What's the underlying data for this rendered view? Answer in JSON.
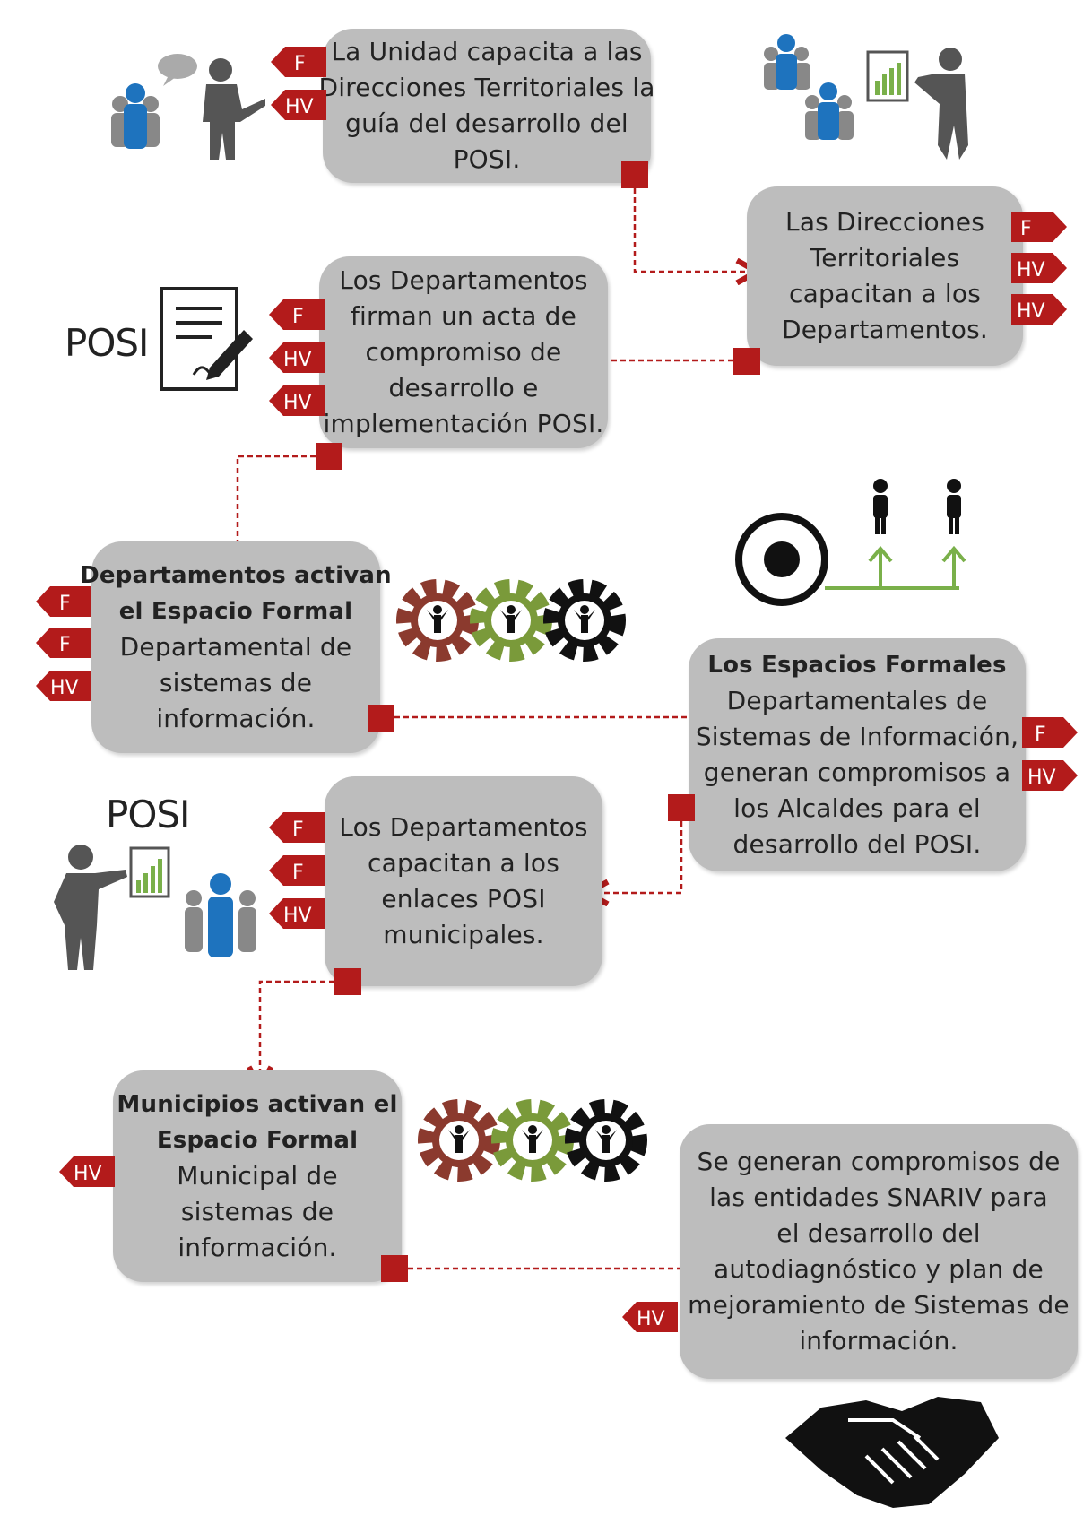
{
  "boxes": [
    {
      "id": "b1",
      "lines": [
        {
          "t": "La Unidad capacita a las"
        },
        {
          "t": "Direcciones Territoriales la"
        },
        {
          "t": "guía del desarrollo del"
        },
        {
          "t": "POSI."
        }
      ]
    },
    {
      "id": "b2",
      "lines": [
        {
          "t": "Las Direcciones"
        },
        {
          "t": "Territoriales"
        },
        {
          "t": "capacitan a los"
        },
        {
          "t": "Departamentos."
        }
      ]
    },
    {
      "id": "b3",
      "lines": [
        {
          "t": "Los Departamentos"
        },
        {
          "t": "firman un acta de"
        },
        {
          "t": "compromiso de"
        },
        {
          "t": "desarrollo e"
        },
        {
          "t": "implementación POSI."
        }
      ]
    },
    {
      "id": "b4",
      "lines": [
        {
          "t": "Departamentos activan",
          "b": true
        },
        {
          "t": "el Espacio Formal",
          "b": true
        },
        {
          "t": "Departamental de"
        },
        {
          "t": "sistemas de"
        },
        {
          "t": "información."
        }
      ]
    },
    {
      "id": "b5",
      "lines": [
        {
          "t": "Los Espacios Formales",
          "b": true
        },
        {
          "t": "Departamentales de"
        },
        {
          "t": "Sistemas de Información,"
        },
        {
          "t": "generan compromisos a"
        },
        {
          "t": "los Alcaldes para el"
        },
        {
          "t": "desarrollo del POSI."
        }
      ]
    },
    {
      "id": "b6",
      "lines": [
        {
          "t": "Los Departamentos"
        },
        {
          "t": "capacitan a los"
        },
        {
          "t": "enlaces POSI"
        },
        {
          "t": "municipales."
        }
      ]
    },
    {
      "id": "b7",
      "lines": [
        {
          "t": "Municipios activan el",
          "b": true
        },
        {
          "t": "Espacio Formal",
          "b": true
        },
        {
          "t": "Municipal de"
        },
        {
          "t": "sistemas de"
        },
        {
          "t": "información."
        }
      ]
    },
    {
      "id": "b8",
      "lines": [
        {
          "t": "Se generan compromisos de"
        },
        {
          "t": "las entidades SNARIV para"
        },
        {
          "t": "el desarrollo del"
        },
        {
          "t": "autodiagnóstico y plan de"
        },
        {
          "t": "mejoramiento de Sistemas de"
        },
        {
          "t": "información."
        }
      ]
    }
  ],
  "tags": {
    "b1": [
      "F",
      "HV"
    ],
    "b2": [
      "F",
      "HV",
      "HV"
    ],
    "b3": [
      "F",
      "HV",
      "HV"
    ],
    "b4": [
      "F",
      "F",
      "HV"
    ],
    "b5": [
      "F",
      "HV"
    ],
    "b6": [
      "F",
      "F",
      "HV"
    ],
    "b7": [
      "HV"
    ],
    "b8": [
      "HV"
    ]
  },
  "labels": {
    "posi_1": "POSI",
    "posi_2": "POSI"
  },
  "colors": {
    "box": "#bdbdbd",
    "connector": "#b31b1b",
    "tag": "#b31b1b",
    "person_blue": "#1e73be",
    "person_gray": "#555555",
    "gear_red": "#8b3a2e",
    "gear_green": "#7a9a3a",
    "gear_black": "#111111",
    "arrow_green": "#7ab04a"
  },
  "icons": [
    "people-presentation-icon",
    "chart-presentation-icon",
    "document-sign-icon",
    "gears-people-icon",
    "target-people-icon",
    "handshake-icon"
  ]
}
